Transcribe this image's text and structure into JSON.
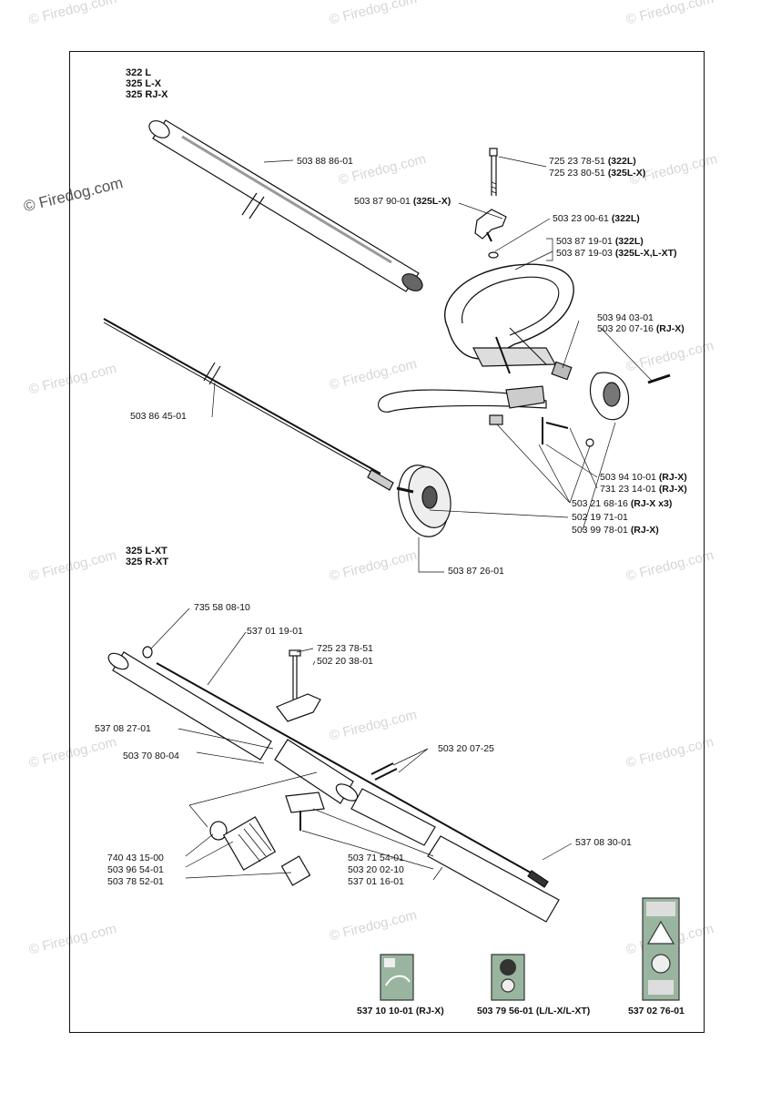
{
  "watermark": "© Firedog.com",
  "models_top": [
    "322 L",
    "325 L-X",
    "325 RJ-X"
  ],
  "models_bottom": [
    "325 L-XT",
    "325 R-XT"
  ],
  "labels_top": {
    "shaft_tube": "503 88 86-01",
    "bolt_a": "725 23 78-51",
    "bolt_a_note": "(322L)",
    "bolt_b": "725 23 80-51",
    "bolt_b_note": "(325L-X)",
    "knob": "503 87 90-01",
    "knob_note": "(325L-X)",
    "washer": "503 23 00-61",
    "washer_note": "(322L)",
    "handle_a": "503 87 19-01",
    "handle_a_note": "(322L)",
    "handle_b": "503 87 19-03",
    "handle_b_note": "(325L-X,L-XT)",
    "clamp": "503 94 03-01",
    "clamp_screw": "503 20 07-16",
    "clamp_screw_note": "(RJ-X)",
    "drive_shaft": "503 86 45-01",
    "nut": "503 94 10-01",
    "nut_note": "(RJ-X)",
    "screw": "731 23 14-01",
    "screw_note": "(RJ-X)",
    "screw_set": "503 21 68-16",
    "screw_set_note": "(RJ-X x3)",
    "hub": "502 19 71-01",
    "bracket": "503 99 78-01",
    "bracket_note": "(RJ-X)",
    "pulley": "503 87 26-01"
  },
  "labels_bottom": {
    "plug": "735 58 08-10",
    "flex_shaft": "537 01 19-01",
    "bolt": "725 23 78-51",
    "knob": "502 20 38-01",
    "tube_front": "537 08 27-01",
    "coupler": "503 70 80-04",
    "screws": "503 20 07-25",
    "oring": "740 43 15-00",
    "filter": "503 96 54-01",
    "sleeve": "503 78 52-01",
    "clamp": "503 71 54-01",
    "screw": "503 20 02-10",
    "tube_rear": "537 01 16-01",
    "shaft_end": "537 08 30-01"
  },
  "decals": [
    {
      "part": "537 10 10-01",
      "note": "(RJ-X)"
    },
    {
      "part": "503 79 56-01",
      "note": "(L/L-X/L-XT)"
    },
    {
      "part": "537 02 76-01",
      "note": ""
    }
  ]
}
